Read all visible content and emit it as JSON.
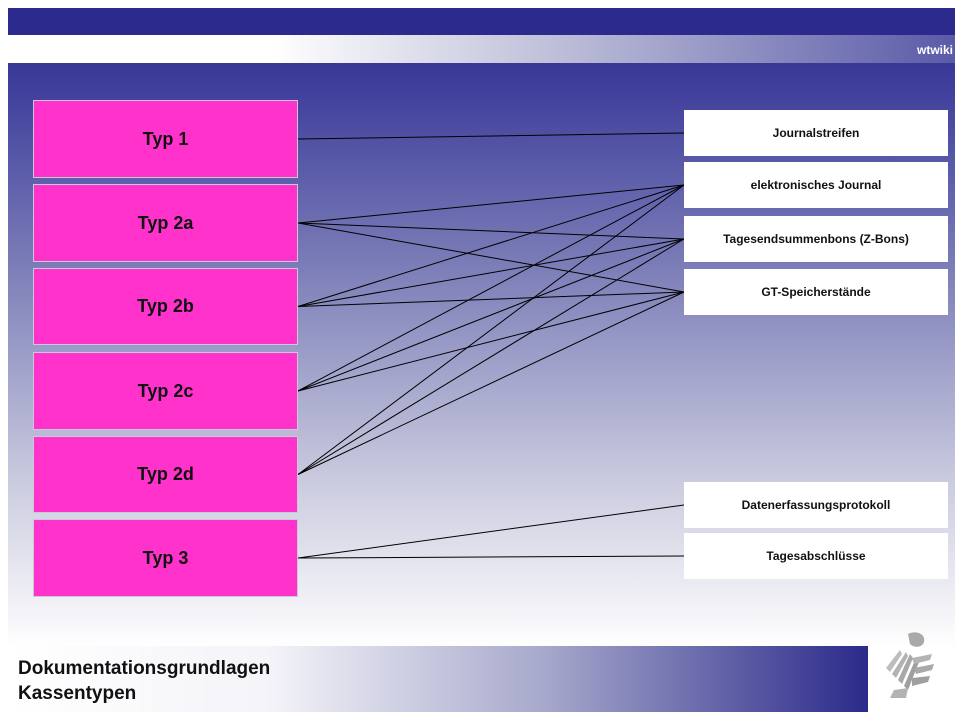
{
  "header": {
    "brand": "wtwiki"
  },
  "types": [
    {
      "id": "t1",
      "label": "Typ 1"
    },
    {
      "id": "t2a",
      "label": "Typ 2a"
    },
    {
      "id": "t2b",
      "label": "Typ 2b"
    },
    {
      "id": "t2c",
      "label": "Typ 2c"
    },
    {
      "id": "t2d",
      "label": "Typ 2d"
    },
    {
      "id": "t3",
      "label": "Typ 3"
    }
  ],
  "documents": [
    {
      "id": "d1",
      "label": "Journalstreifen"
    },
    {
      "id": "d2",
      "label": "elektronisches Journal"
    },
    {
      "id": "d3",
      "label": "Tagesendsummenbons (Z-Bons)"
    },
    {
      "id": "d4",
      "label": "GT-Speicherstände"
    },
    {
      "id": "d5",
      "label": "Datenerfassungsprotokoll"
    },
    {
      "id": "d6",
      "label": "Tagesabschlüsse"
    }
  ],
  "connections": [
    [
      "t1",
      "d1"
    ],
    [
      "t2a",
      "d2"
    ],
    [
      "t2a",
      "d3"
    ],
    [
      "t2a",
      "d4"
    ],
    [
      "t2b",
      "d2"
    ],
    [
      "t2b",
      "d3"
    ],
    [
      "t2b",
      "d4"
    ],
    [
      "t2c",
      "d2"
    ],
    [
      "t2c",
      "d3"
    ],
    [
      "t2c",
      "d4"
    ],
    [
      "t2d",
      "d2"
    ],
    [
      "t2d",
      "d3"
    ],
    [
      "t2d",
      "d4"
    ],
    [
      "t3",
      "d5"
    ],
    [
      "t3",
      "d6"
    ]
  ],
  "footer": {
    "title_line1": "Dokumentationsgrundlagen",
    "title_line2": "Kassentypen"
  },
  "colors": {
    "type_box": "#ff33cc",
    "header_bar": "#2d2a8e",
    "line": "#000000"
  }
}
